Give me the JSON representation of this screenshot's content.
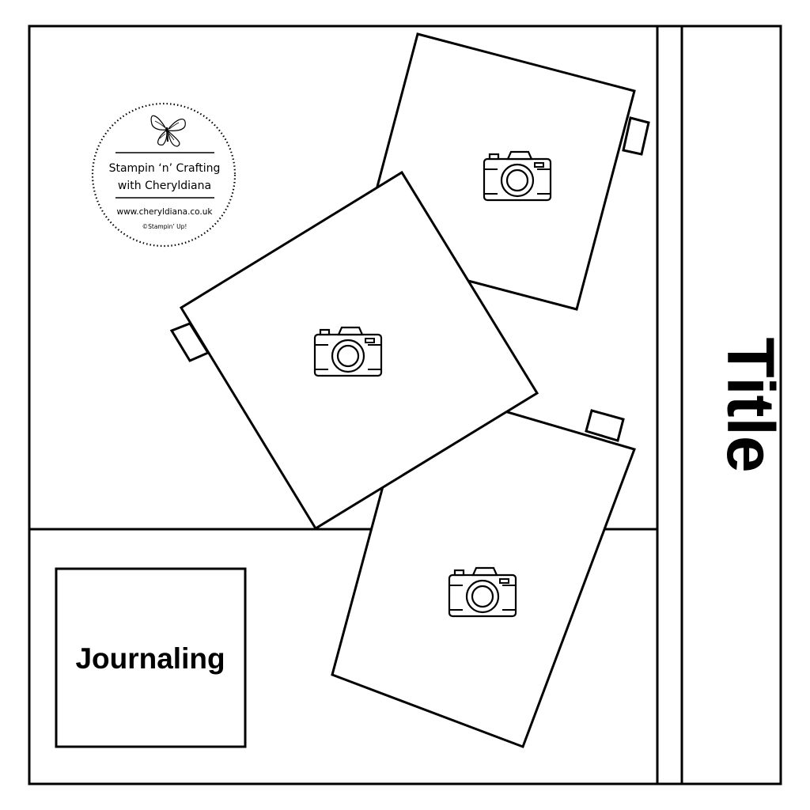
{
  "layout_labels": {
    "title": "Title",
    "journaling": "Journaling"
  },
  "logo": {
    "line1": "Stampin ‘n’ Crafting",
    "line2": "with Cheryldiana",
    "url": "www.cheryldiana.co.uk",
    "copyright": "©Stampin’ Up!",
    "icon": "butterfly-icon"
  },
  "photos": [
    {
      "id": "photo-top-right",
      "icon": "camera-icon"
    },
    {
      "id": "photo-center",
      "icon": "camera-icon"
    },
    {
      "id": "photo-bottom-right",
      "icon": "camera-icon"
    }
  ],
  "colors": {
    "line": "#000000",
    "paper": "#ffffff"
  }
}
